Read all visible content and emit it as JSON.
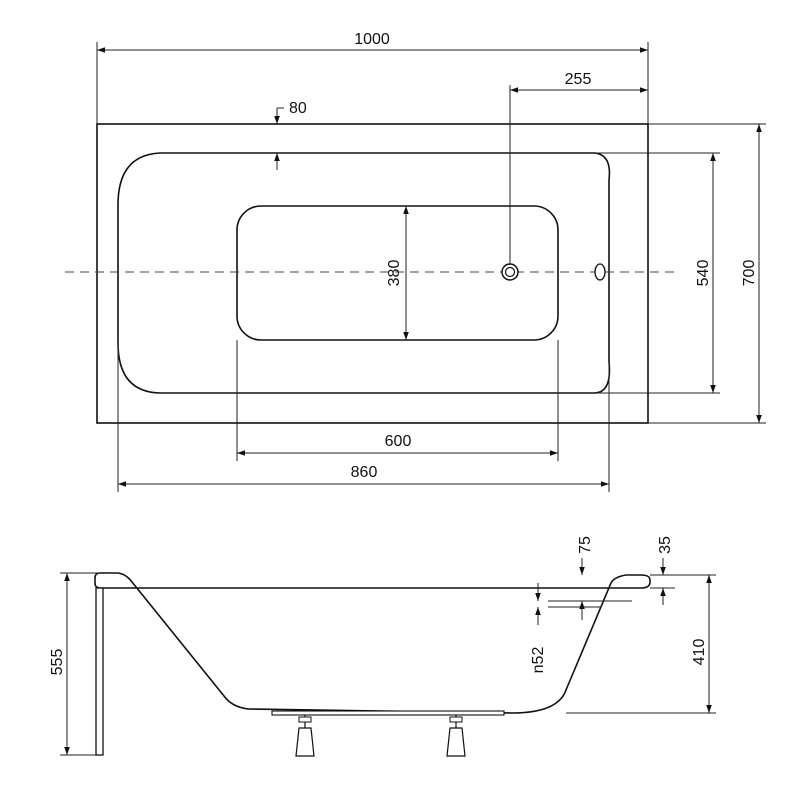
{
  "top_view": {
    "dims": {
      "overall_length": "1000",
      "drain_offset": "255",
      "rim_width": "80",
      "bottom_width": "380",
      "inner_width": "540",
      "overall_width": "700",
      "bottom_length": "600",
      "inner_length": "860"
    }
  },
  "side_view": {
    "dims": {
      "total_height": "555",
      "overflow_offset": "75",
      "rim_thickness": "35",
      "overflow_diameter": "n52",
      "depth": "410"
    }
  },
  "colors": {
    "line": "#111111",
    "background": "#ffffff"
  }
}
